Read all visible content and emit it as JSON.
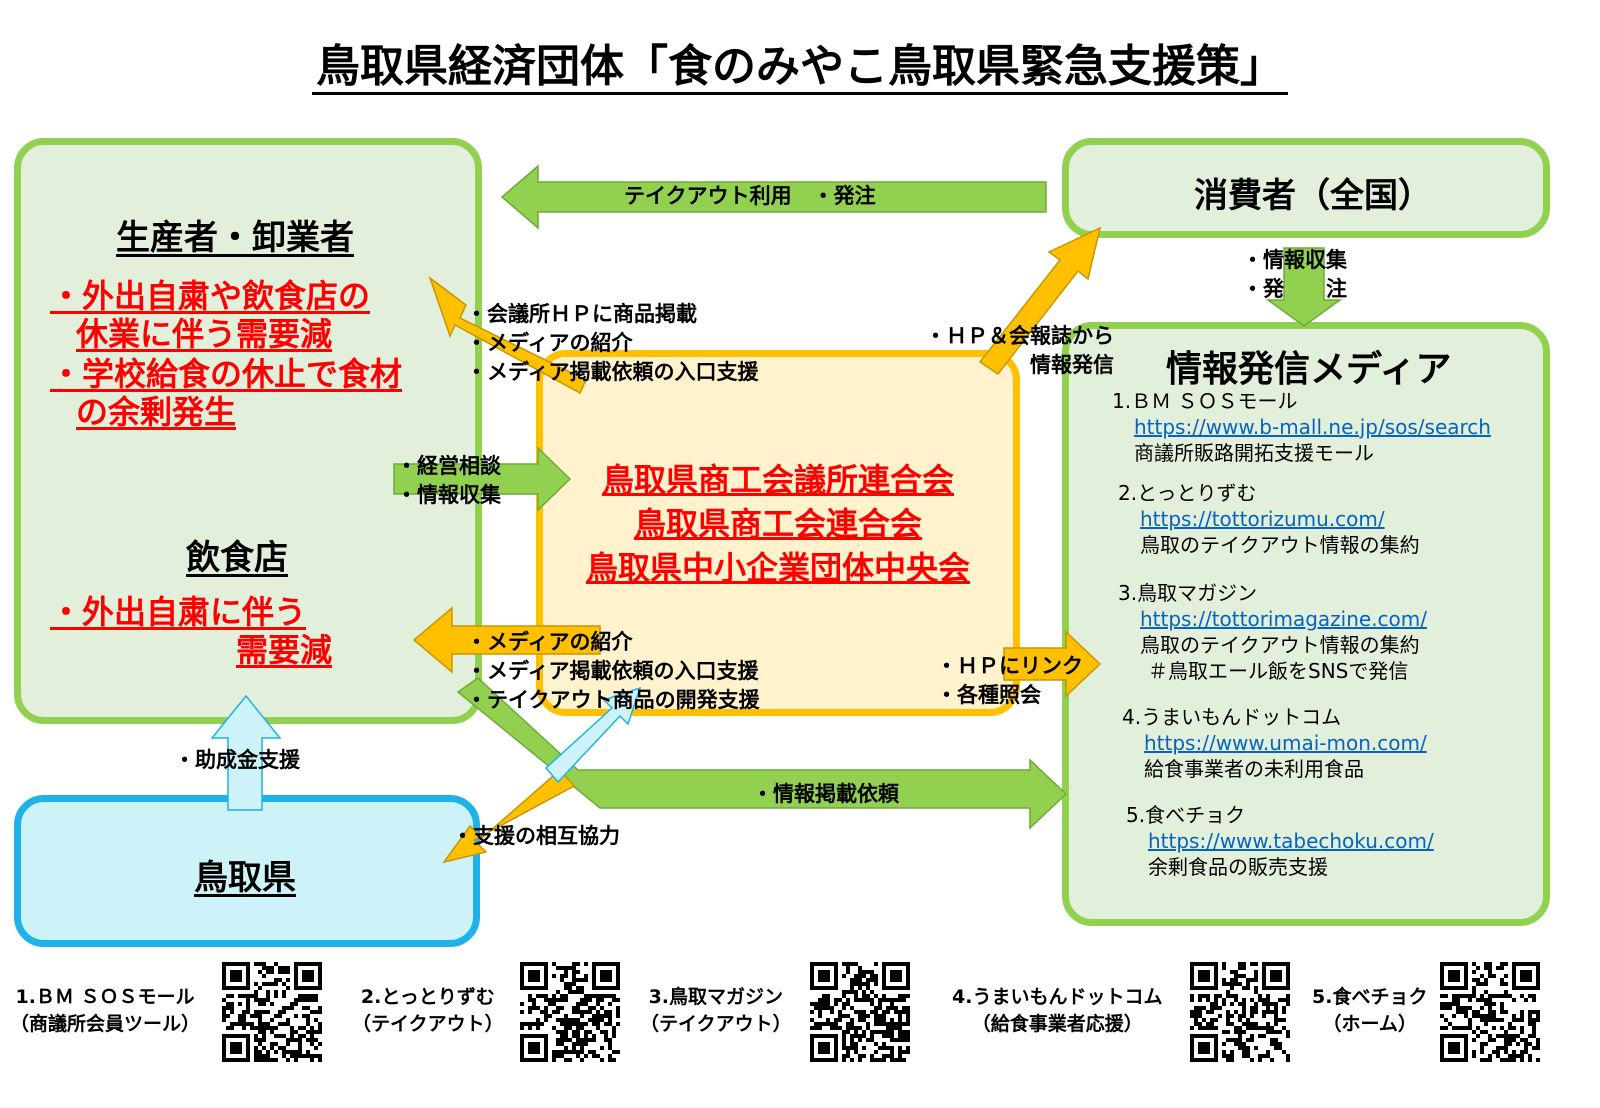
{
  "title": "鳥取県経済団体「食のみやこ鳥取県緊急支援策」",
  "producers": {
    "heading": "生産者・卸業者",
    "bullets": [
      "・外出自粛や飲食店の",
      "休業に伴う需要減",
      "・学校給食の休止で食材",
      "の余剰発生"
    ]
  },
  "restaurants": {
    "heading": "飲食店",
    "bullets": [
      "・外出自粛に伴う",
      "需要減"
    ]
  },
  "prefecture": {
    "heading": "鳥取県"
  },
  "consumers": {
    "heading": "消費者（全国）"
  },
  "center": {
    "lines": [
      "鳥取県商工会議所連合会",
      "鳥取県商工会連合会",
      "鳥取県中小企業団体中央会"
    ]
  },
  "arrow_labels": {
    "takeout": "テイクアウト利用　・発注",
    "upper_support": [
      "・会議所ＨＰに商品掲載",
      "・メディアの紹介",
      "・メディア掲載依頼の入口支援"
    ],
    "consult": [
      "・経営相談",
      "・情報収集"
    ],
    "hp_info": [
      "・ＨＰ＆会報誌から",
      "情報発信"
    ],
    "consumer_info": [
      "・情報収集",
      "・発　　注"
    ],
    "lower_support": [
      "・メディアの紹介",
      "・メディア掲載依頼の入口支援",
      "・テイクアウト商品の開発支援"
    ],
    "hp_link": [
      "・ＨＰにリンク",
      "・各種照会"
    ],
    "subsidy": "・助成金支援",
    "info_request": "・情報掲載依頼",
    "mutual": "・支援の相互協力"
  },
  "media": {
    "heading": "情報発信メディア",
    "items": [
      {
        "name": "1.ＢＭ ＳＯＳモール",
        "url": "https://www.b-mall.ne.jp/sos/search",
        "desc": [
          "商議所販路開拓支援モール"
        ]
      },
      {
        "name": "2.とっとりずむ",
        "url": "https://tottorizumu.com/",
        "desc": [
          "鳥取のテイクアウト情報の集約"
        ]
      },
      {
        "name": "3.鳥取マガジン",
        "url": "https://tottorimagazine.com/",
        "desc": [
          "鳥取のテイクアウト情報の集約",
          "＃鳥取エール飯をSNSで発信"
        ]
      },
      {
        "name": "4.うまいもんドットコム",
        "url": "https://www.umai-mon.com/",
        "desc": [
          "給食事業者の未利用食品"
        ]
      },
      {
        "name": "5.食べチョク",
        "url": "https://www.tabechoku.com/",
        "desc": [
          "余剰食品の販売支援"
        ]
      }
    ]
  },
  "qr_codes": [
    {
      "line1": "1.ＢＭ ＳＯＳモール",
      "line2": "（商議所会員ツール）"
    },
    {
      "line1": "2.とっとりずむ",
      "line2": "（テイクアウト）"
    },
    {
      "line1": "3.鳥取マガジン",
      "line2": "（テイクアウト）"
    },
    {
      "line1": "4.うまいもんドットコム",
      "line2": "（給食事業者応援）"
    },
    {
      "line1": "5.食べチョク",
      "line2": "（ホーム）"
    }
  ],
  "colors": {
    "green_border": "#92d050",
    "green_fill": "#e2efda",
    "blue_border": "#1eb2e8",
    "blue_fill": "#cdf2f8",
    "orange_border": "#ffc000",
    "orange_fill": "#fff2cc",
    "red_text": "#ff0000",
    "link": "#0563c1"
  }
}
